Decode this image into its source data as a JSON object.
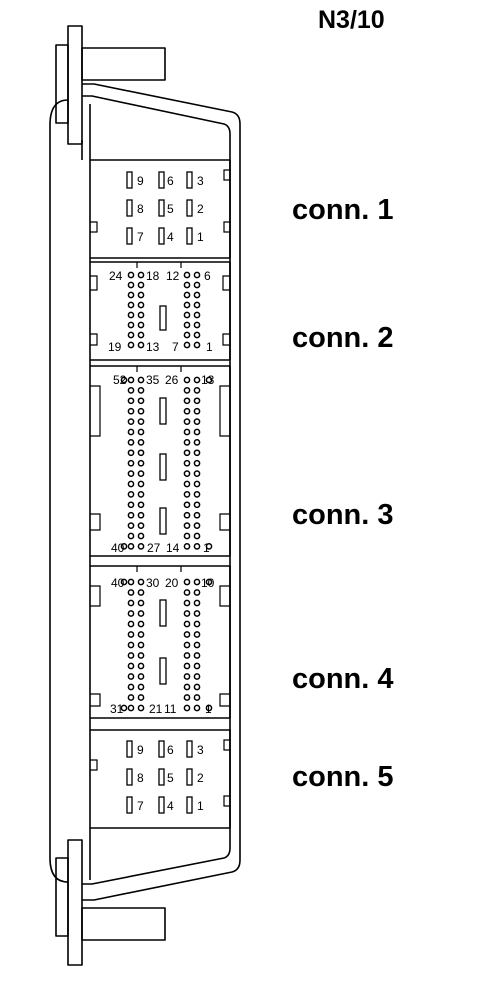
{
  "title": "N3/10",
  "connectors": [
    {
      "label": "conn. 1",
      "pin_labels": [
        "9",
        "6",
        "3",
        "8",
        "5",
        "2",
        "7",
        "4",
        "1"
      ]
    },
    {
      "label": "conn. 2",
      "pin_labels": [
        "24",
        "18",
        "12",
        "6",
        "19",
        "13",
        "7",
        "1"
      ]
    },
    {
      "label": "conn. 3",
      "pin_labels": [
        "52",
        "35",
        "26",
        "13",
        "40",
        "27",
        "14",
        "1"
      ]
    },
    {
      "label": "conn. 4",
      "pin_labels": [
        "40",
        "30",
        "20",
        "10",
        "31",
        "21",
        "11",
        "1"
      ]
    },
    {
      "label": "conn. 5",
      "pin_labels": [
        "9",
        "6",
        "3",
        "8",
        "5",
        "2",
        "7",
        "4",
        "1"
      ]
    }
  ]
}
